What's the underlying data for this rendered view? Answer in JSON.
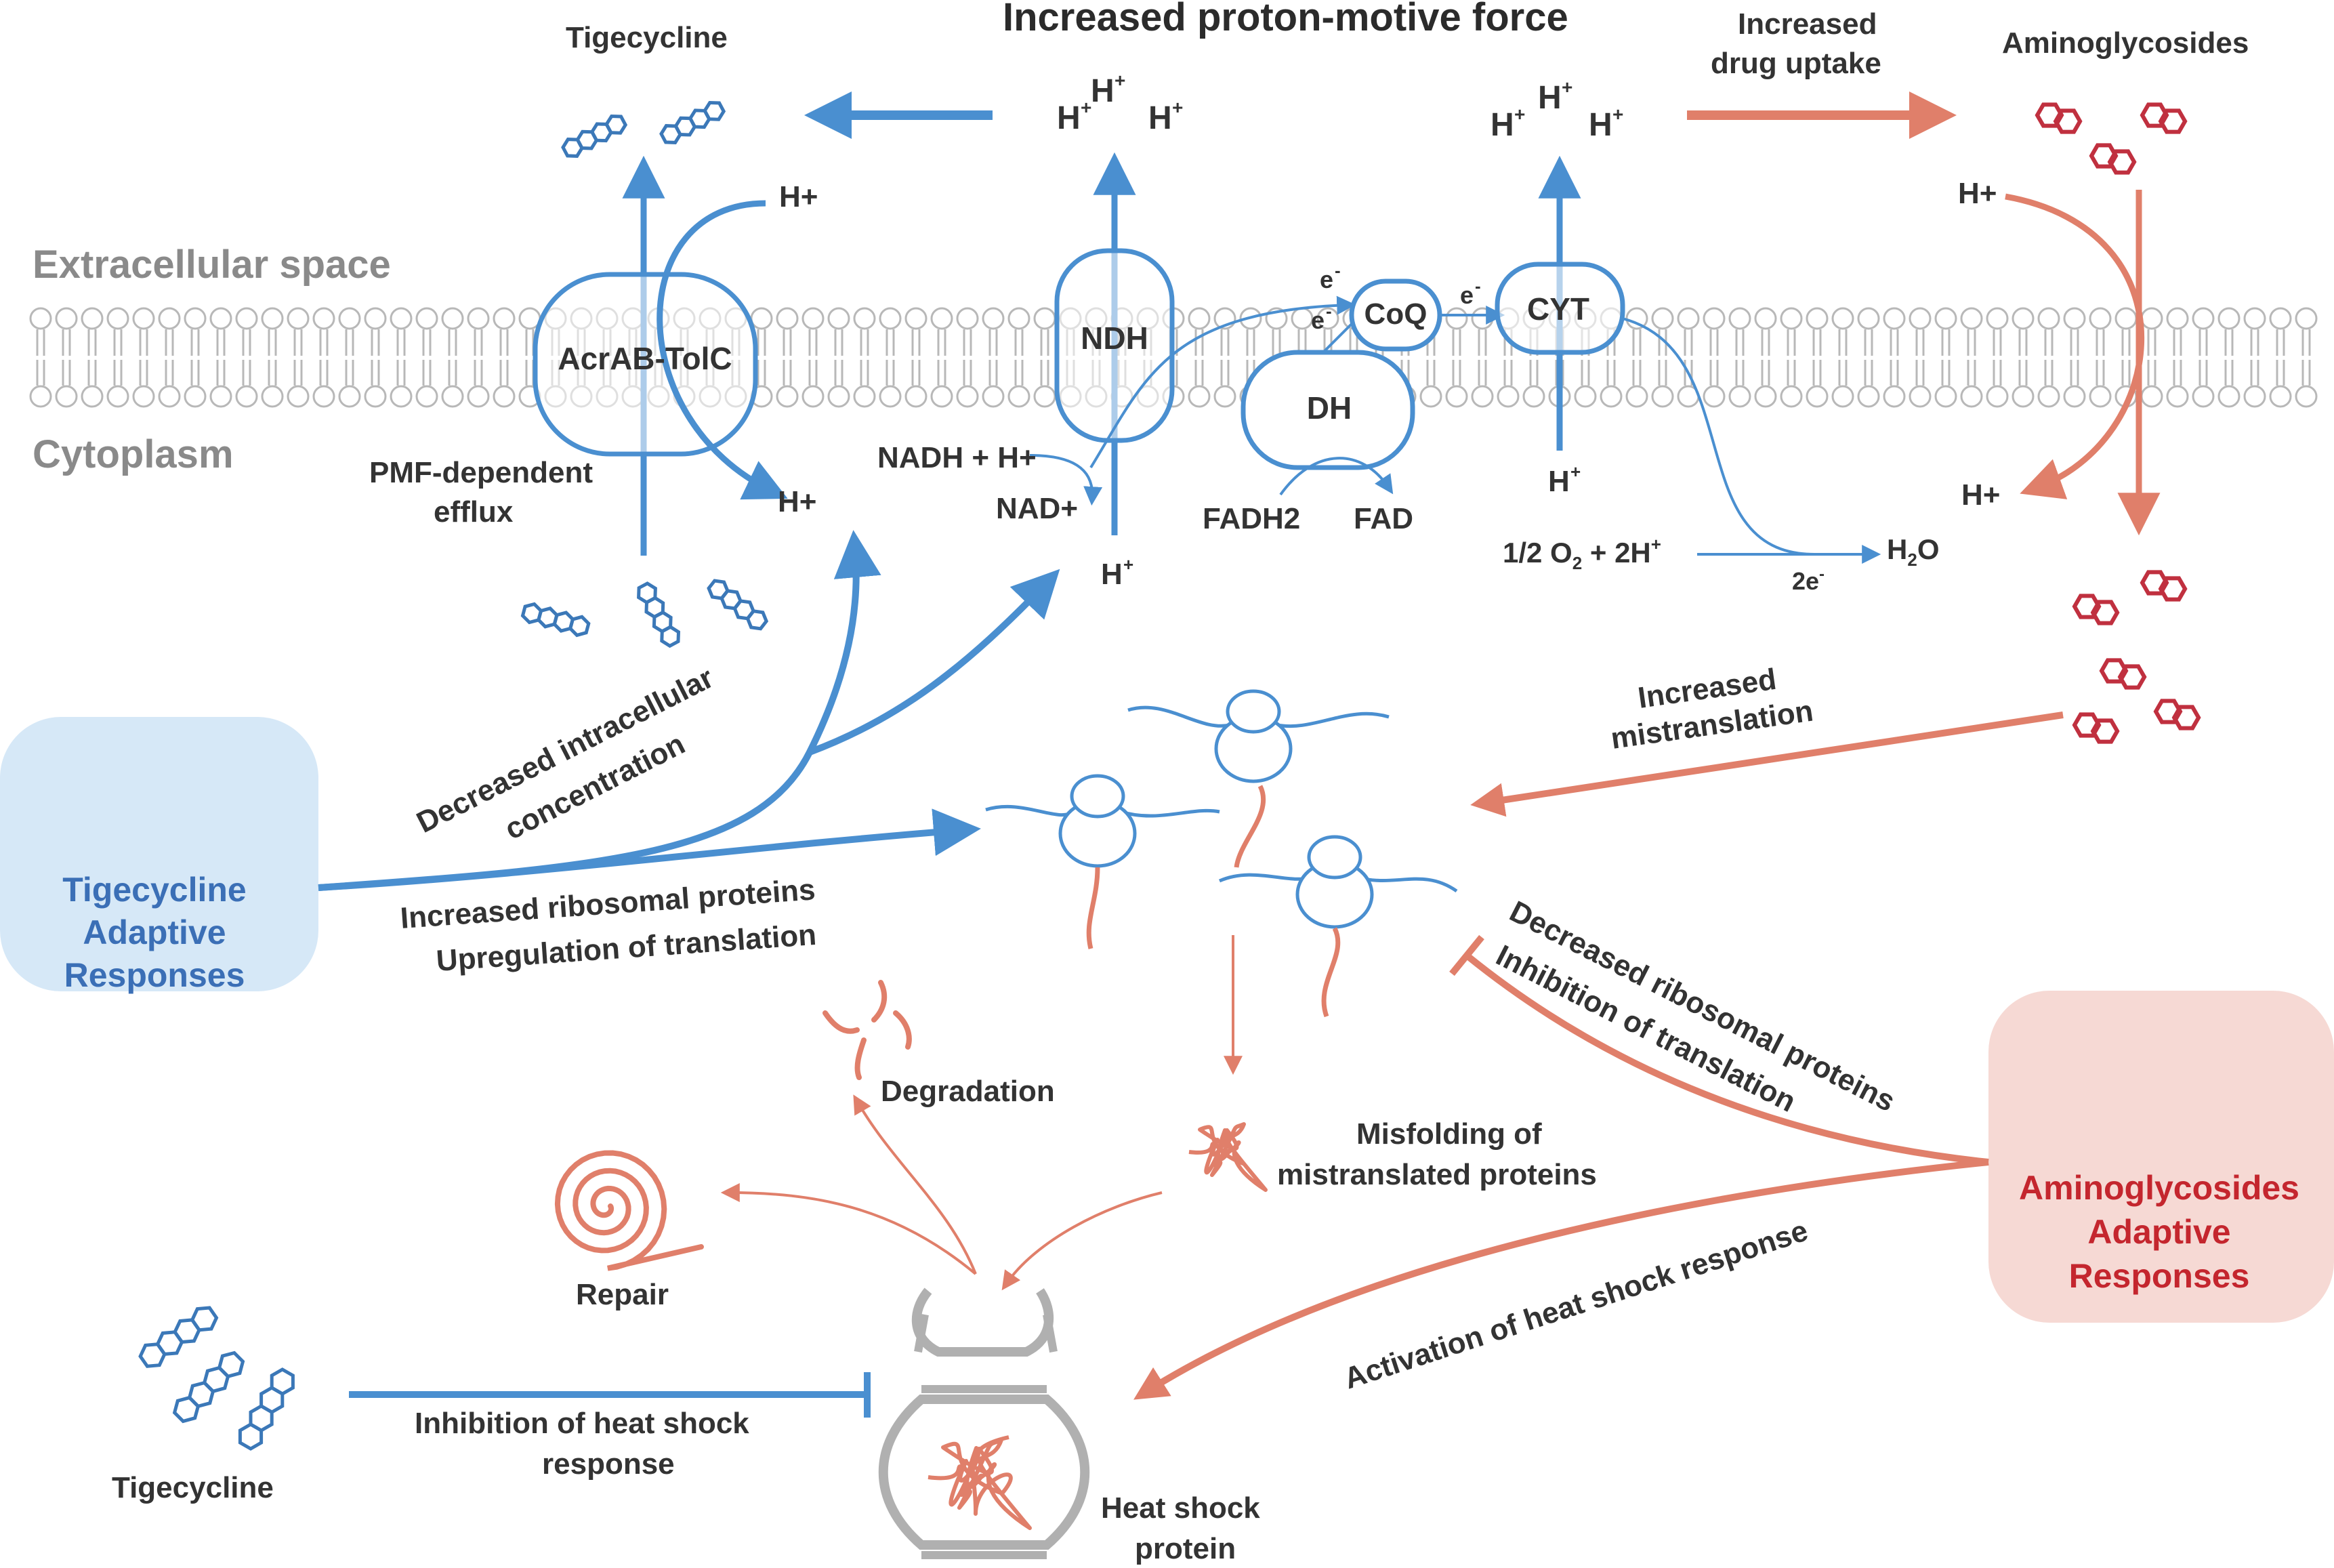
{
  "title": "Increased proton-motive force",
  "regions": {
    "extracellular": "Extracellular space",
    "cytoplasm": "Cytoplasm"
  },
  "drugs": {
    "tigecycline_top": "Tigecycline",
    "aminoglycosides_top": "Aminoglycosides",
    "tigecycline_bottom": "Tigecycline"
  },
  "proteins": {
    "acrab": "AcrAB-TolC",
    "ndh": "NDH",
    "coq": "CoQ",
    "cyt": "CYT",
    "dh": "DH"
  },
  "labels": {
    "increased_drug_uptake_1": "Increased",
    "increased_drug_uptake_2": "drug uptake",
    "pmf_efflux_1": "PMF-dependent",
    "pmf_efflux_2": "efflux",
    "nadh": "NADH + H+",
    "nad": "NAD+",
    "fadh2": "FADH2",
    "fad": "FAD",
    "oxygen_eq": "1/2 O",
    "oxygen_sub": "2",
    "oxygen_rest": " + 2H",
    "oxygen_sup": "+",
    "water": "H",
    "water_sub": "2",
    "water_o": "O",
    "two_e": "2e",
    "two_e_sup": "-",
    "e_minus": "e",
    "e_sup": "-",
    "h_plus_text": "H+",
    "h": "H",
    "plus": "+",
    "decreased_intracellular_1": "Decreased intracellular",
    "decreased_intracellular_2": "concentration",
    "increased_ribosomal_1": "Increased ribosomal proteins",
    "increased_ribosomal_2": "Upregulation of translation",
    "increased_mistranslation_1": "Increased",
    "increased_mistranslation_2": "mistranslation",
    "decreased_ribosomal_1": "Decreased ribosomal proteins",
    "decreased_ribosomal_2": "Inhibition of translation",
    "degradation": "Degradation",
    "misfolding_1": "Misfolding of",
    "misfolding_2": "mistranslated proteins",
    "repair": "Repair",
    "activation_hsr": "Activation of heat shock response",
    "inhibition_hsr_1": "Inhibition of heat shock",
    "inhibition_hsr_2": "response",
    "hsp_1": "Heat shock",
    "hsp_2": "protein"
  },
  "adaptive": {
    "tigecycline_1": "Tigecycline",
    "tigecycline_2": "Adaptive",
    "tigecycline_3": "Responses",
    "aminoglycosides_1": "Aminoglycosides",
    "aminoglycosides_2": "Adaptive",
    "aminoglycosides_3": "Responses"
  },
  "colors": {
    "blue": "#4a8fd0",
    "blue_dark": "#3b78b8",
    "salmon": "#e07f6a",
    "crimson": "#c0303f",
    "blue_box": "#d6e8f7",
    "red_box": "#f6d9d4",
    "membrane": "#b8b8b8"
  }
}
